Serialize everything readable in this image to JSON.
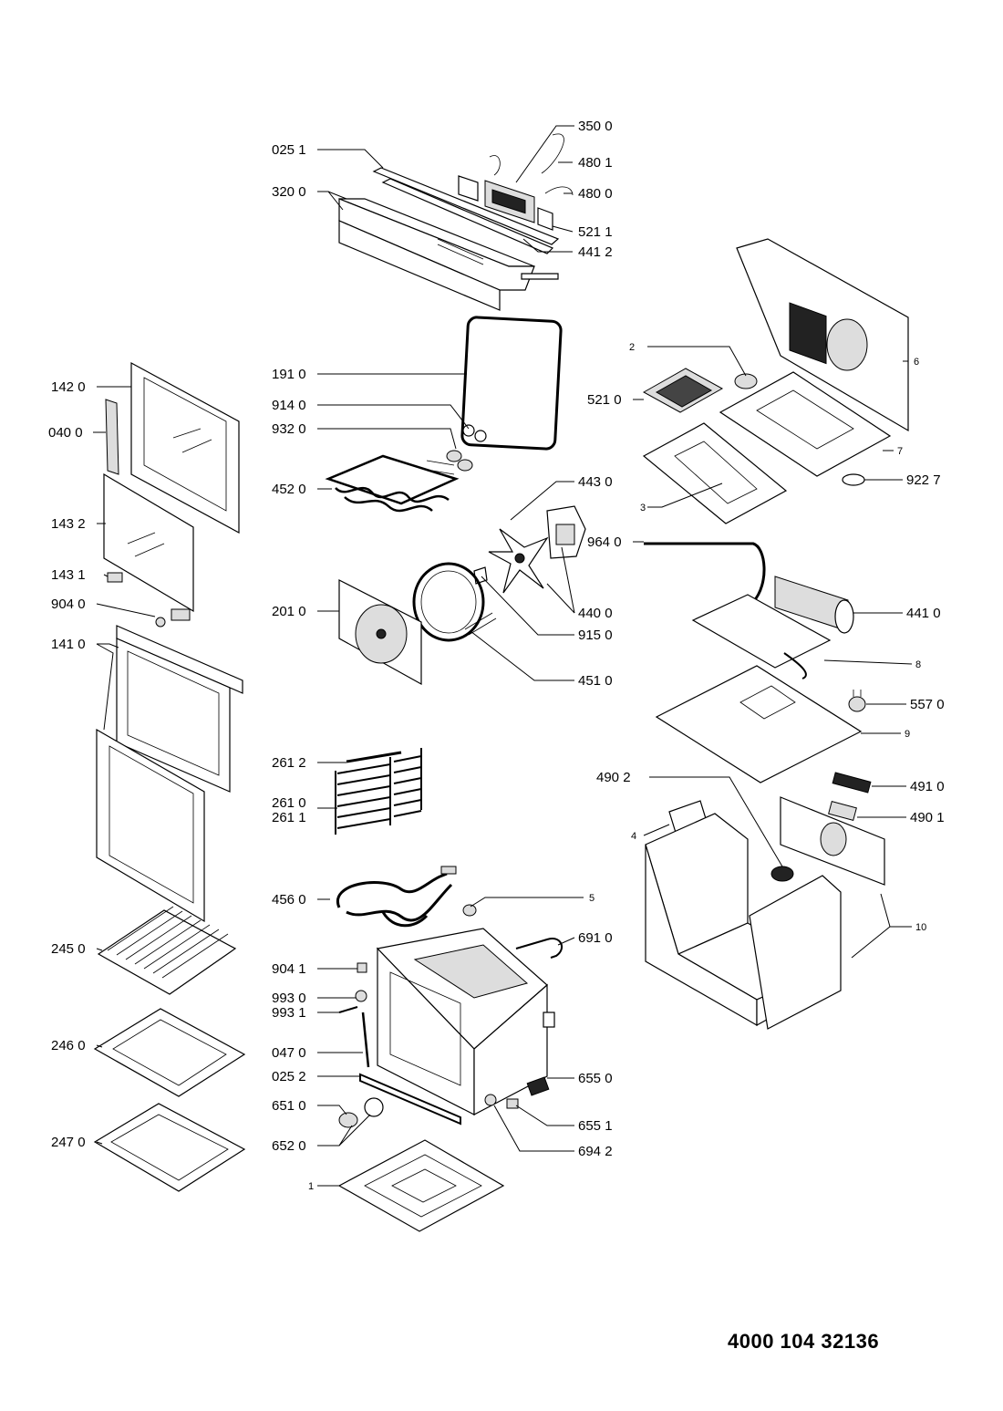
{
  "document_number": "4000 104 32136",
  "labels": {
    "p3500": "350 0",
    "p0251": "025 1",
    "p4801": "480 1",
    "p3200": "320 0",
    "p4800": "480 0",
    "p5211": "521 1",
    "p4412": "441 2",
    "p1910": "191 0",
    "p1420": "142 0",
    "p9140": "914 0",
    "p0400": "040 0",
    "p9320": "932 0",
    "p4520": "452 0",
    "p1432": "143 2",
    "p4430": "443 0",
    "p1431": "143 1",
    "p9040": "904 0",
    "p2010": "201 0",
    "p1410": "141 0",
    "p4400": "440 0",
    "p9150": "915 0",
    "p4510": "451 0",
    "p2612": "261 2",
    "p2610": "261 0",
    "p2611": "261 1",
    "p4560": "456 0",
    "p2450": "245 0",
    "p6910": "691 0",
    "p9041": "904 1",
    "p9930": "993 0",
    "p9931": "993 1",
    "p2460": "246 0",
    "p0470": "047 0",
    "p0252": "025 2",
    "p6550": "655 0",
    "p6510": "651 0",
    "p6551": "655 1",
    "p2470": "247 0",
    "p6520": "652 0",
    "p6942": "694 2",
    "n1": "1",
    "n2": "2",
    "n3": "3",
    "n4": "4",
    "n5": "5",
    "n6": "6",
    "n7": "7",
    "n8": "8",
    "n9": "9",
    "n10": "10",
    "p5210": "521 0",
    "p9227": "922 7",
    "p9640": "964 0",
    "p4410": "441 0",
    "p5570": "557 0",
    "p4902": "490 2",
    "p4910": "491 0",
    "p4901": "490 1"
  }
}
